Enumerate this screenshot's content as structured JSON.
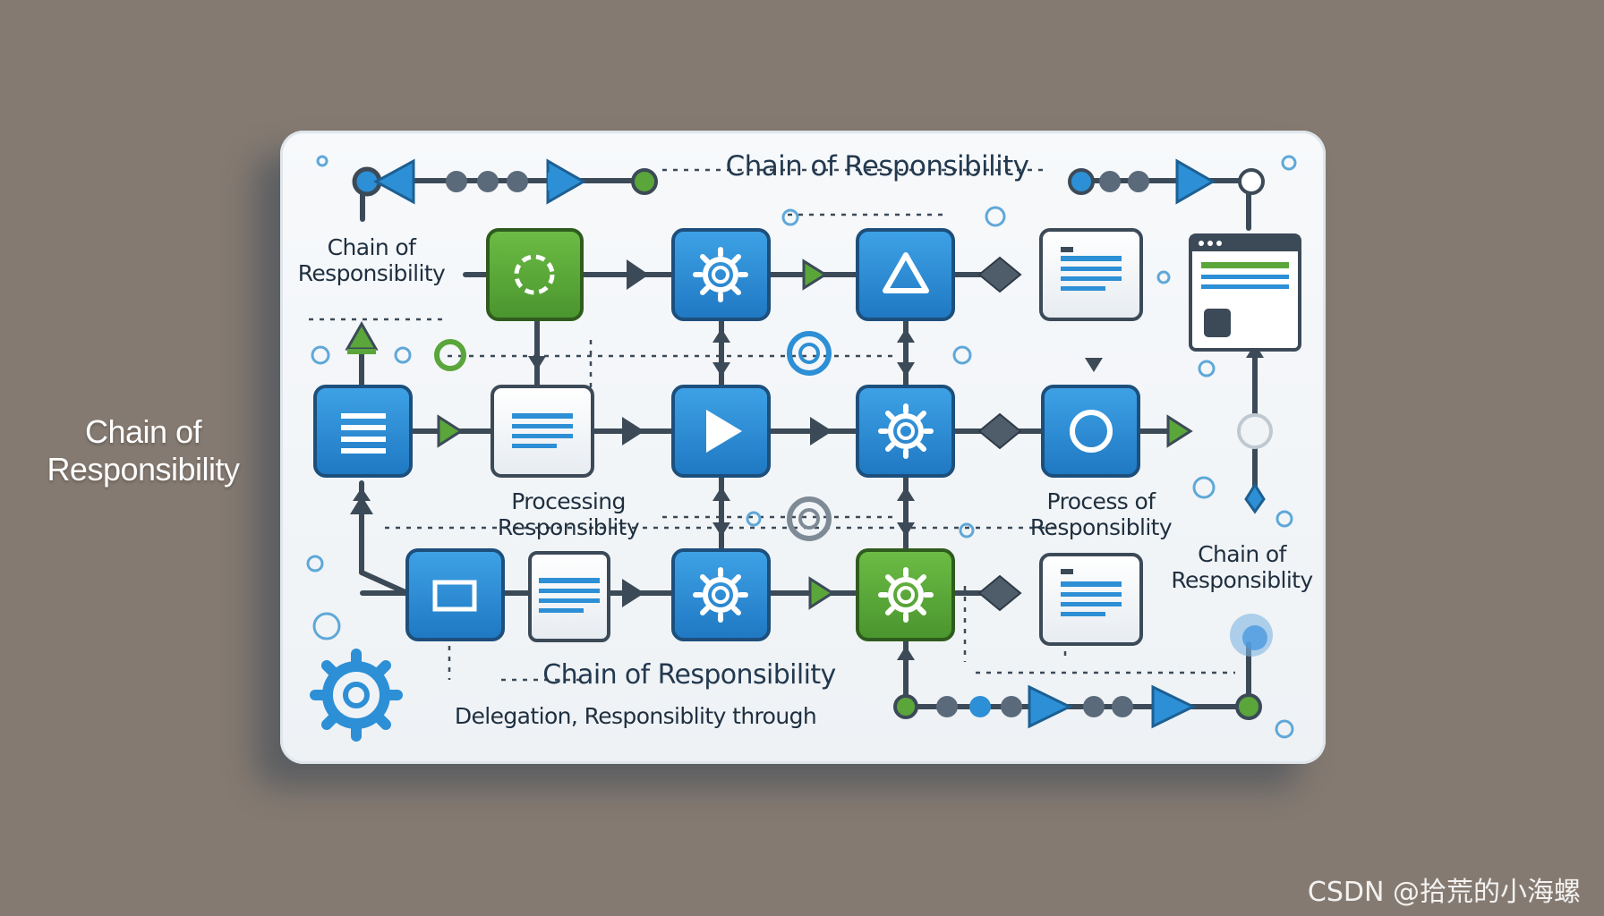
{
  "side_label": "Chain of Responsibility",
  "card": {
    "title": "Chain of Responsibility",
    "left_label": "Chain of Responsibility",
    "mid_left_label": "Processing Responsiblity",
    "mid_right_label": "Process of Responsiblity",
    "right_label": "Chain of Responsiblity",
    "bottom_title": "Chain of Responsibility",
    "bottom_caption": "Delegation, Responsiblity through"
  },
  "watermark": "CSDN @拾荒的小海螺",
  "colors": {
    "background": "#857a71",
    "blue": "#2d8fd5",
    "green": "#5aa63a",
    "node_dark": "#3c4a58"
  }
}
